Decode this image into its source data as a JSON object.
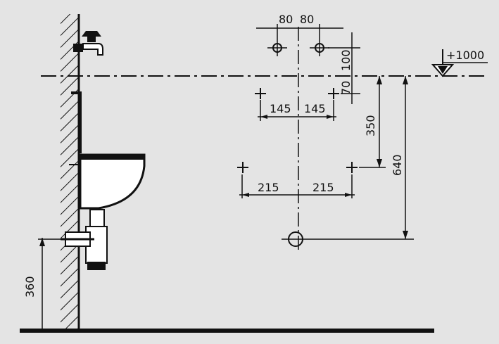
{
  "dimensions": {
    "tap_spacing_left": "80",
    "tap_spacing_right": "80",
    "tap_rise": "100",
    "top_mark_drop": "70",
    "upper_fixing_half_left": "145",
    "upper_fixing_half_right": "145",
    "lower_fixing_half_left": "215",
    "lower_fixing_half_right": "215",
    "lower_fixing_height": "350",
    "waste_outlet_height": "640",
    "waste_inlet_height": "360",
    "reference_level": "+1000"
  },
  "colors": {
    "background": "#e4e4e4",
    "ink": "#111111"
  }
}
